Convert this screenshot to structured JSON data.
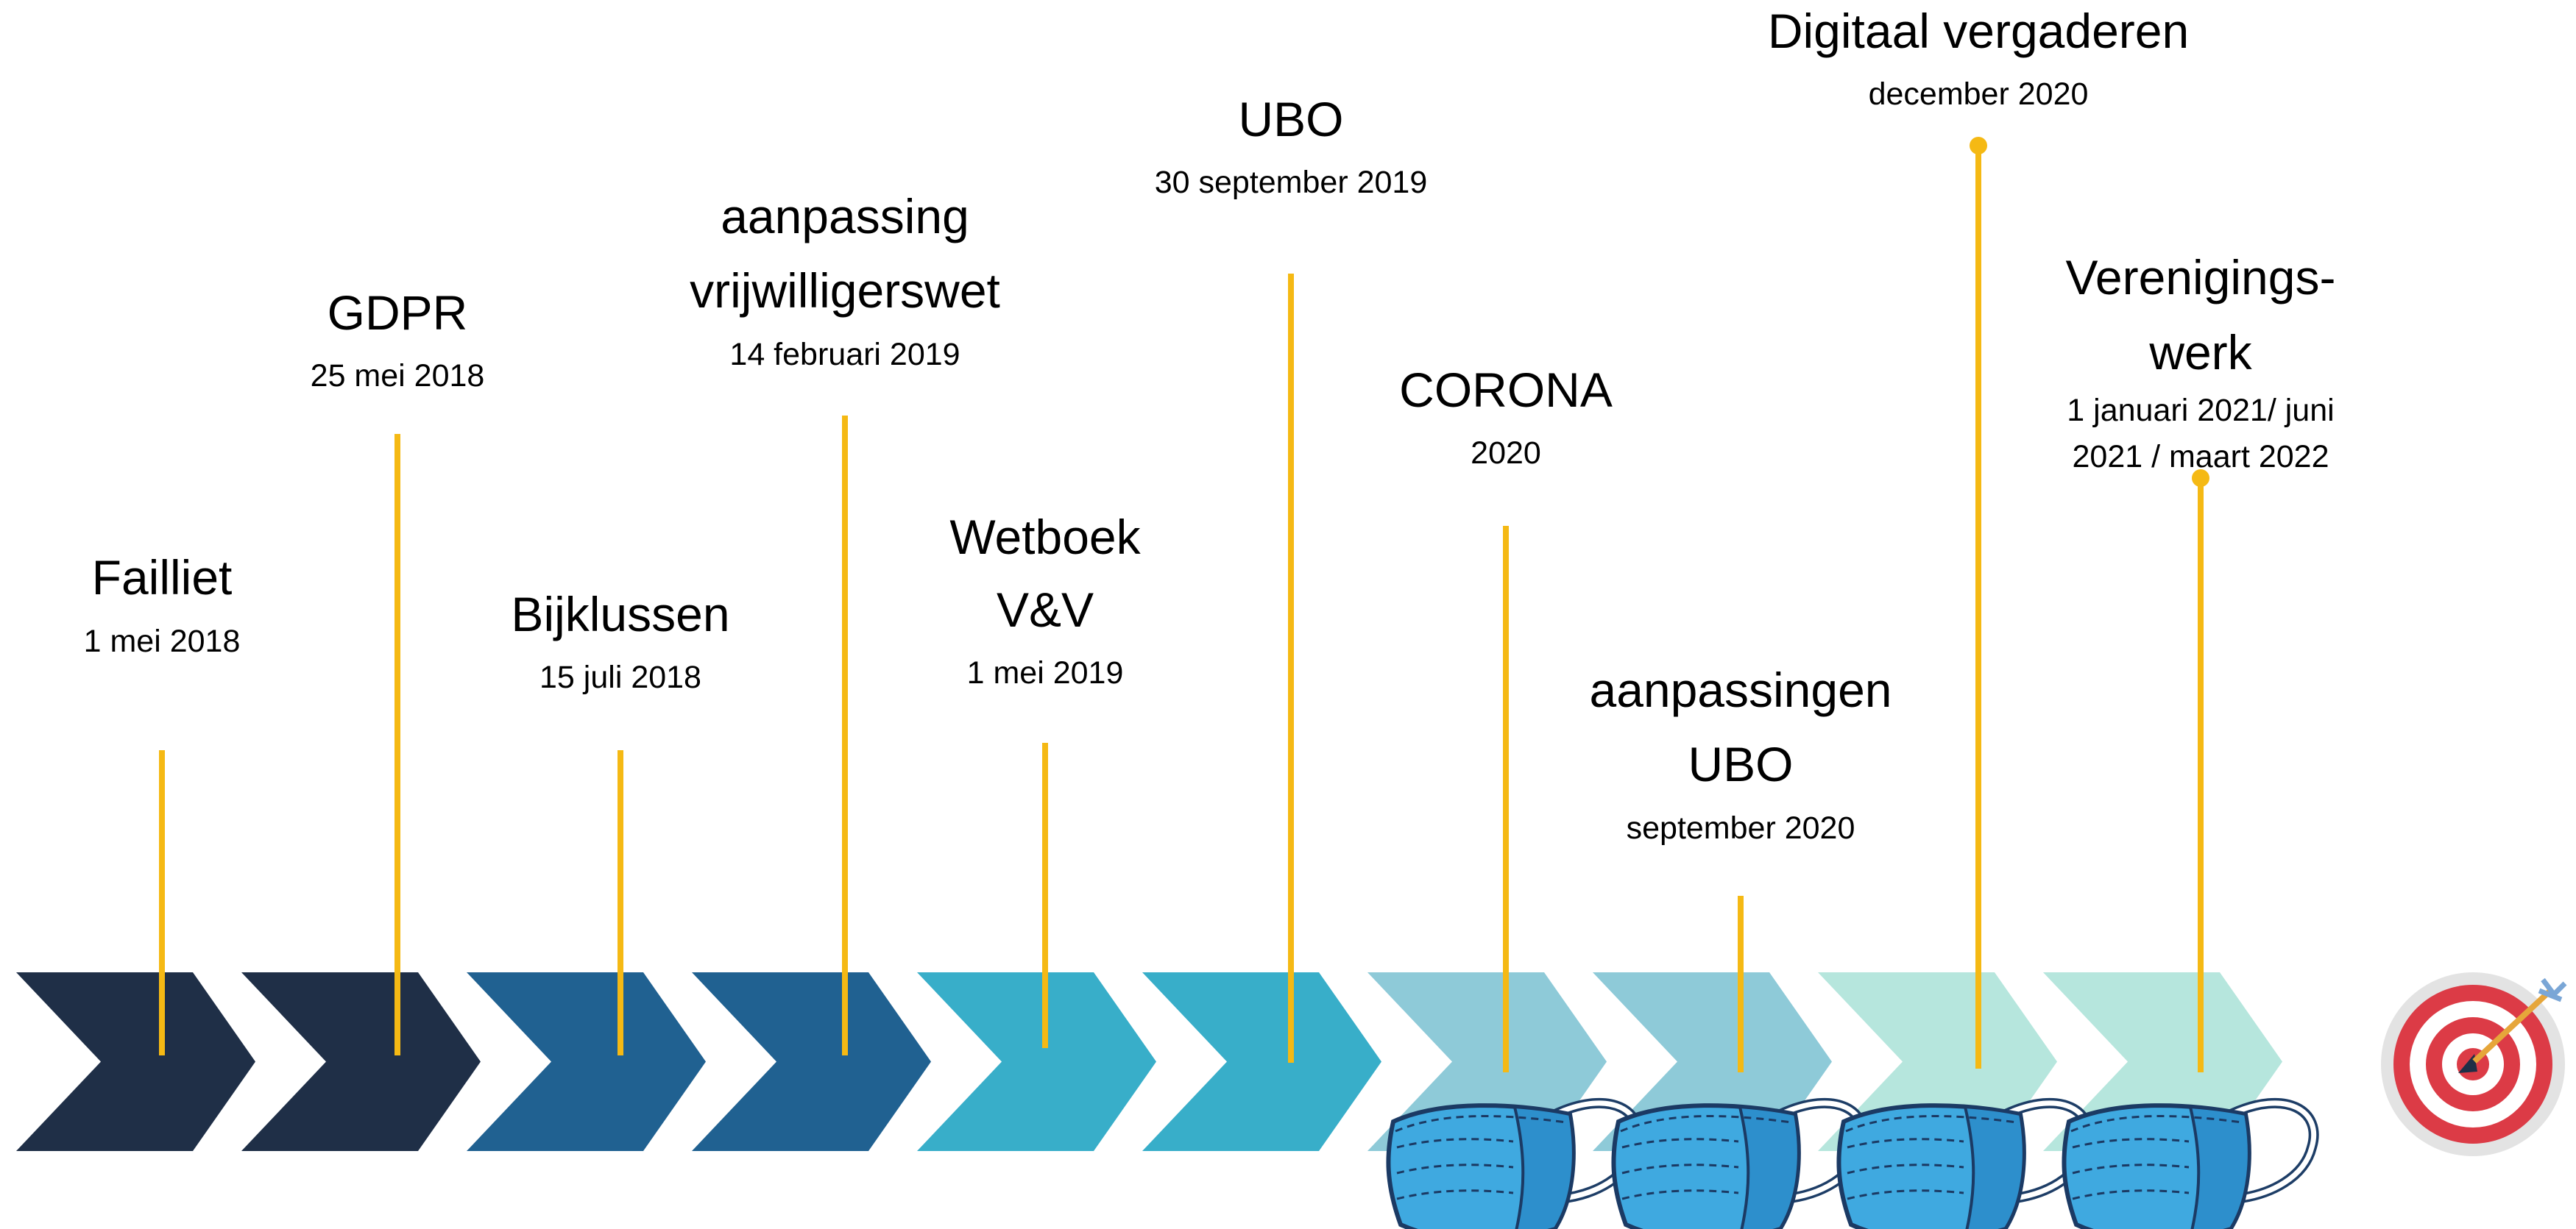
{
  "colors": {
    "chevron_dark_navy": "#1f2f47",
    "chevron_steel_blue": "#206191",
    "chevron_cyan": "#38aec9",
    "chevron_light_blue": "#8ecad8",
    "chevron_mint": "#b6e6dd",
    "stem": "#f5b914",
    "mask": "#3fa9e0",
    "target_red": "#dc3b46"
  },
  "events": [
    {
      "id": "failliet",
      "title_lines": [
        "Failliet"
      ],
      "date_lines": [
        "1 mei 2018"
      ],
      "chevron": 1
    },
    {
      "id": "gdpr",
      "title_lines": [
        "GDPR"
      ],
      "date_lines": [
        "25 mei 2018"
      ],
      "chevron": 2
    },
    {
      "id": "bijklussen",
      "title_lines": [
        "Bijklussen"
      ],
      "date_lines": [
        "15 juli 2018"
      ],
      "chevron": 3
    },
    {
      "id": "vrijwilligerswet",
      "title_lines": [
        "aanpassing",
        "vrijwilligerswet"
      ],
      "date_lines": [
        "14 februari 2019"
      ],
      "chevron": 4
    },
    {
      "id": "wetboek",
      "title_lines": [
        "Wetboek",
        "V&V"
      ],
      "date_lines": [
        "1 mei 2019"
      ],
      "chevron": 5
    },
    {
      "id": "ubo",
      "title_lines": [
        "UBO"
      ],
      "date_lines": [
        "30  september 2019"
      ],
      "chevron": 6
    },
    {
      "id": "corona",
      "title_lines": [
        "CORONA"
      ],
      "date_lines": [
        "2020"
      ],
      "chevron": 7
    },
    {
      "id": "aanpassingen-ubo",
      "title_lines": [
        "aanpassingen",
        "UBO"
      ],
      "date_lines": [
        "september 2020"
      ],
      "chevron": 8
    },
    {
      "id": "digitaal-vergaderen",
      "title_lines": [
        "Digitaal vergaderen"
      ],
      "date_lines": [
        "december 2020"
      ],
      "chevron": 9
    },
    {
      "id": "verenigingswerk",
      "title_lines": [
        "Verenigings-",
        "werk"
      ],
      "date_lines": [
        "1 januari 2021/ juni",
        "2021 / maart 2022"
      ],
      "chevron": 10
    }
  ],
  "masks_under_chevrons": [
    7,
    8,
    9,
    10
  ],
  "end_icon": "target-icon"
}
